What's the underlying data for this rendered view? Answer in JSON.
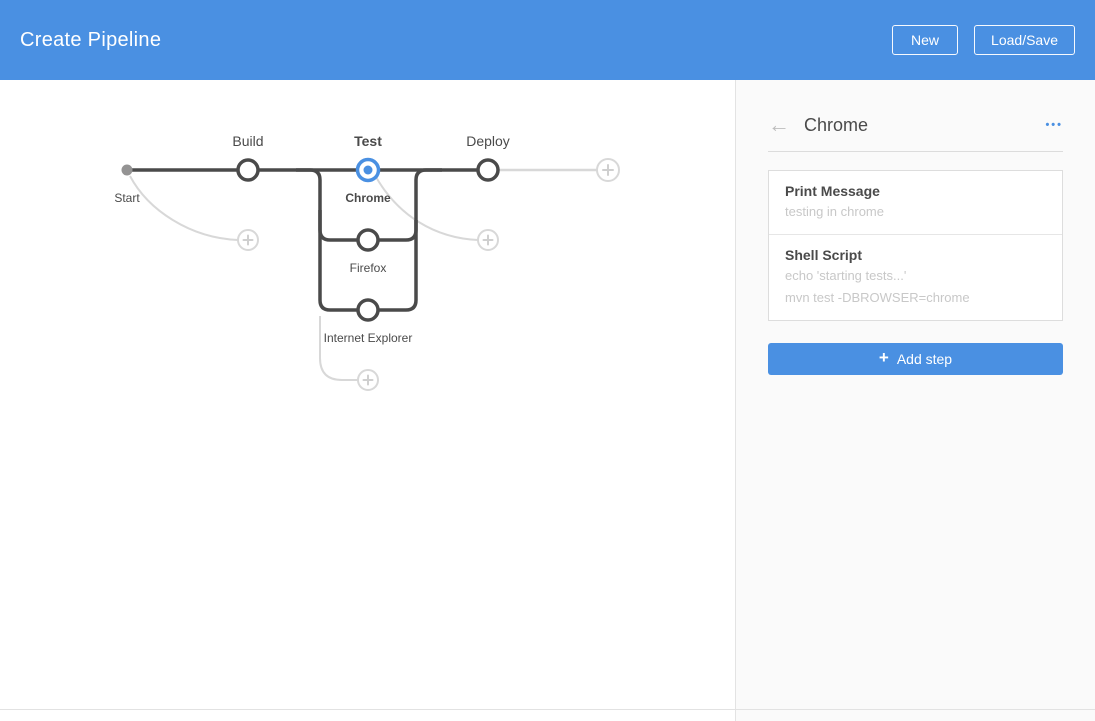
{
  "header": {
    "title": "Create Pipeline",
    "new_button": "New",
    "load_save_button": "Load/Save"
  },
  "graph": {
    "start_label": "Start",
    "stages": {
      "build": "Build",
      "test": "Test",
      "deploy": "Deploy"
    },
    "branches": {
      "chrome": "Chrome",
      "firefox": "Firefox",
      "internet_explorer": "Internet Explorer"
    },
    "selected_stage": "Test",
    "selected_branch": "Chrome"
  },
  "detail_panel": {
    "title": "Chrome",
    "steps": [
      {
        "name": "Print Message",
        "lines": [
          "testing in chrome"
        ]
      },
      {
        "name": "Shell Script",
        "lines": [
          "echo 'starting tests...'",
          "mvn test -DBROWSER=chrome"
        ]
      }
    ],
    "add_step_label": "Add step"
  },
  "icons": {
    "back": "←",
    "menu": "•••",
    "add": "+"
  },
  "colors": {
    "accent": "#4A90E2",
    "edge_dark": "#4A4A4A",
    "edge_light": "#D8D8D8"
  }
}
